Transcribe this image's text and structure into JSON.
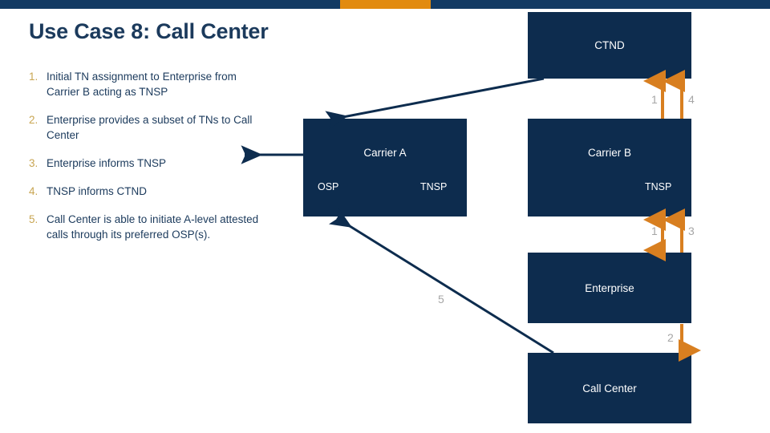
{
  "slide": {
    "title": "Use Case 8: Call Center",
    "accent_color": "#e28b10",
    "bar_color": "#123a63",
    "box_color": "#0d2c4e",
    "text_color": "#1b3a5c",
    "number_color": "#c8a552",
    "label_color": "#a6a6a6"
  },
  "steps": [
    {
      "num": "1.",
      "text": "Initial TN assignment to Enterprise from Carrier B acting as TNSP"
    },
    {
      "num": "2.",
      "text": "Enterprise provides a subset of TNs to Call Center"
    },
    {
      "num": "3.",
      "text": "Enterprise informs TNSP"
    },
    {
      "num": "4.",
      "text": "TNSP informs CTND"
    },
    {
      "num": "5.",
      "text": "Call Center is able to initiate A-level attested calls through its preferred OSP(s)."
    }
  ],
  "diagram": {
    "boxes": [
      {
        "id": "ctnd",
        "title": "CTND",
        "roles": []
      },
      {
        "id": "carrier-a",
        "title": "Carrier A",
        "roles": [
          "OSP",
          "TNSP"
        ]
      },
      {
        "id": "carrier-b",
        "title": "Carrier B",
        "roles": [
          "TNSP"
        ]
      },
      {
        "id": "enterprise",
        "title": "Enterprise",
        "roles": []
      },
      {
        "id": "call-center",
        "title": "Call Center",
        "roles": []
      }
    ],
    "arrow_labels": [
      {
        "id": "ctnd-carrierb-1",
        "text": "1"
      },
      {
        "id": "ctnd-carrierb-4",
        "text": "4"
      },
      {
        "id": "carrierb-enterprise-1",
        "text": "1"
      },
      {
        "id": "carrierb-enterprise-3",
        "text": "3"
      },
      {
        "id": "enterprise-callcenter-2",
        "text": "2"
      },
      {
        "id": "callcenter-carriera-5",
        "text": "5"
      }
    ]
  }
}
